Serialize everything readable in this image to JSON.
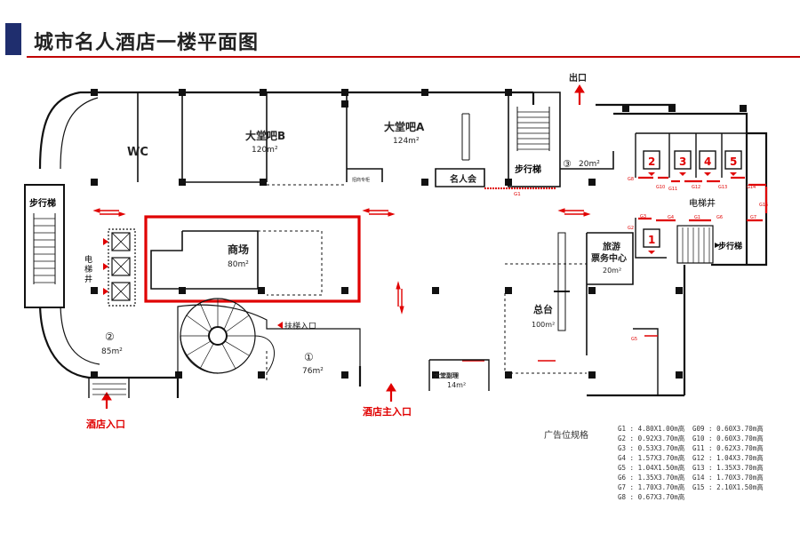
{
  "header": {
    "title": "城市名人酒店一楼平面图"
  },
  "rooms": {
    "wc": "WC",
    "lobby_bar_b": "大堂吧B",
    "lobby_bar_b_area": "120m²",
    "lobby_bar_a": "大堂吧A",
    "lobby_bar_a_area": "124m²",
    "celebrity_club": "名人会",
    "small_sign": "招商专柜",
    "escalator_top": "步行梯",
    "area3": "③",
    "area3_size": "20m²",
    "exit": "出口",
    "stair_left": "步行梯",
    "elevator_left_1": "电",
    "elevator_left_2": "梯",
    "elevator_left_3": "井",
    "mall": "商场",
    "mall_area": "80m²",
    "elevator_shaft": "电梯井",
    "travel_1": "旅游",
    "travel_2": "票务中心",
    "travel_area": "20m²",
    "stair_right": "步行梯",
    "front_desk": "总台",
    "front_desk_area": "100m²",
    "area2": "②",
    "area2_size": "85m²",
    "area1": "①",
    "area1_size": "76m²",
    "stair_entry": "扶梯入口",
    "lobby_manager": "大堂副理",
    "lobby_manager_area": "14m²",
    "hotel_entry": "酒店入口",
    "main_entry": "酒店主入口",
    "elev_1": "1",
    "elev_2": "2",
    "elev_3": "3",
    "elev_4": "4",
    "elev_5": "5"
  },
  "ad_labels": [
    "G1",
    "G2",
    "G3",
    "G4",
    "G5",
    "G6",
    "G7",
    "G8",
    "G9",
    "G10",
    "G11",
    "G12",
    "G13",
    "G14",
    "G15"
  ],
  "ad_spec": {
    "title": "广告位规格",
    "left": [
      "G1 : 4.80X1.00m高",
      "G2 : 0.92X3.70m高",
      "G3 : 0.53X3.70m高",
      "G4 : 1.57X3.70m高",
      "G5 : 1.04X1.50m高",
      "G6 : 1.35X3.70m高",
      "G7 : 1.70X3.70m高",
      "G8 : 0.67X3.70m高"
    ],
    "right": [
      "G09 : 0.60X3.70m高",
      "G10 : 0.60X3.70m高",
      "G11 : 0.62X3.70m高",
      "G12 : 1.04X3.70m高",
      "G13 : 1.35X3.70m高",
      "G14 : 1.70X3.70m高",
      "G15 : 2.10X1.50m高"
    ]
  },
  "colors": {
    "accent_red": "#e00000",
    "header_navy": "#1f2e6e",
    "wall": "#111111"
  }
}
